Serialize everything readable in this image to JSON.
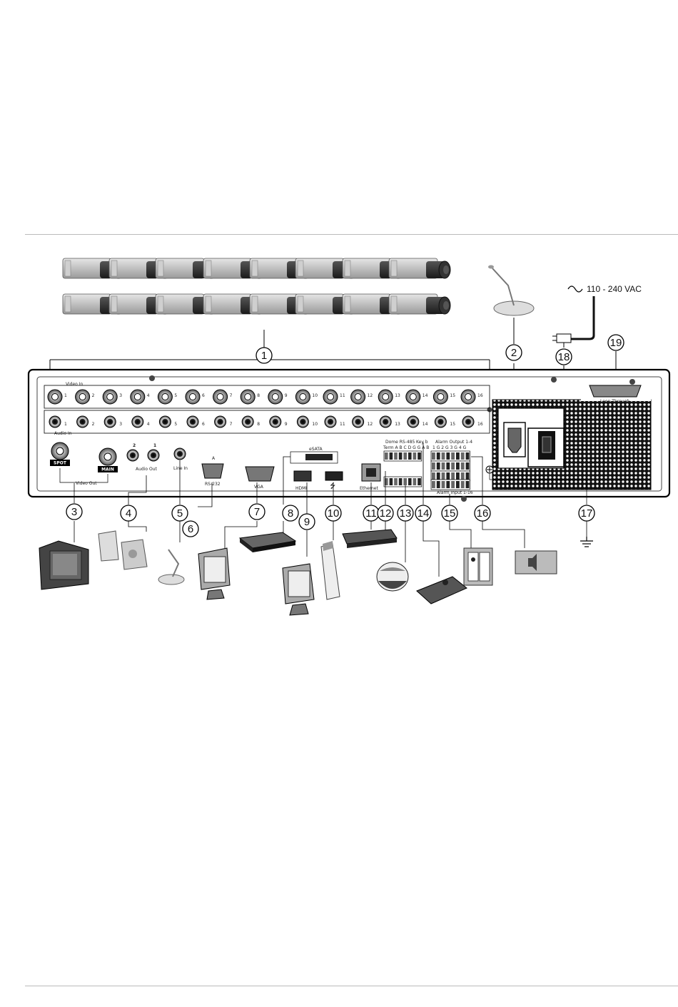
{
  "power": {
    "voltage_label": "110 - 240 VAC"
  },
  "panel": {
    "video_in_label": "Video In",
    "audio_in_label": "Audio In",
    "video_out_label": "Video Out",
    "spot_label": "SPOT",
    "main_label": "MAIN",
    "audio_out_label": "Audio Out",
    "audio_out_ports": [
      "2",
      "1"
    ],
    "line_in_label": "Line In",
    "rs232_label": "RS-232",
    "rs232_port_letter": "A",
    "vga_label": "VGA",
    "esata_label": "eSATA",
    "hdmi_label": "HDMI",
    "ethernet_label": "Ethernet",
    "dome_label": "Dome RS-485",
    "keyb_label": "Key b",
    "term_label": "Term A B C D G G A B",
    "alarm_output_label": "Alarm Output 1-4",
    "alarm_output_terms": "1 G 2 G 3 G 4 G",
    "alarm_input_label": "Alarm Input 1-16",
    "loop_through_label": "Loop Through",
    "port_numbers": [
      "1",
      "2",
      "3",
      "4",
      "5",
      "6",
      "7",
      "8",
      "9",
      "10",
      "11",
      "12",
      "13",
      "14",
      "15",
      "16"
    ]
  },
  "callouts": [
    "1",
    "2",
    "3",
    "4",
    "5",
    "6",
    "7",
    "8",
    "9",
    "10",
    "11",
    "12",
    "13",
    "14",
    "15",
    "16",
    "17",
    "18",
    "19"
  ],
  "icons": [
    "box-camera-icon",
    "microphone-icon",
    "power-plug-icon",
    "monitor-icon",
    "speaker-icon",
    "dvd-recorder-icon",
    "usb-drive-icon",
    "network-switch-icon",
    "dome-camera-icon",
    "ptz-keyboard-icon",
    "alarm-sensor-icon",
    "siren-icon",
    "ground-icon",
    "ac-symbol-icon"
  ]
}
